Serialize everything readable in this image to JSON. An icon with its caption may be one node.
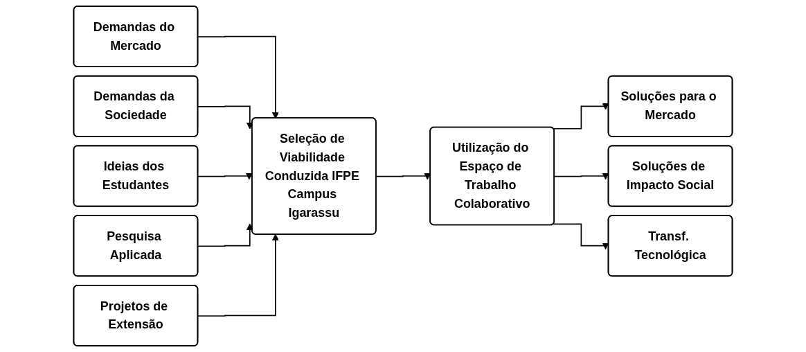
{
  "diagram": {
    "nodes": [
      {
        "text": [
          "Demandas do Mercado"
        ]
      },
      {
        "text": [
          "Demandas da Sociedade"
        ]
      },
      {
        "text": [
          "Ideias dos Estudantes"
        ]
      },
      {
        "text": [
          "Pesquisa Aplicada"
        ]
      },
      {
        "text": [
          "Projetos de Extensão"
        ]
      },
      {
        "text": [
          "Seleção de Viabilidade Conduzida IFPE Campus Igarassu"
        ]
      },
      {
        "text": [
          "Utilização do Espaço de Trabalho Colaborativo"
        ]
      },
      {
        "text": [
          "Soluções para o Mercado"
        ]
      },
      {
        "text": [
          "Soluções de Impacto Social"
        ]
      },
      {
        "text": [
          "Transf. Tecnológica"
        ]
      }
    ],
    "edges": [
      {
        "from": 0,
        "to": 5,
        "arrow": "to"
      },
      {
        "from": 1,
        "to": 5,
        "arrow": "to"
      },
      {
        "from": 2,
        "to": 5,
        "arrow": "to"
      },
      {
        "from": 3,
        "to": 5,
        "arrow": "to"
      },
      {
        "from": 4,
        "to": 5,
        "arrow": "to"
      },
      {
        "from": 5,
        "to": 6,
        "arrow": "to"
      },
      {
        "from": 6,
        "to": 7,
        "arrow": "to"
      },
      {
        "from": 6,
        "to": 8,
        "arrow": "to"
      },
      {
        "from": 6,
        "to": 9,
        "arrow": "to"
      }
    ]
  }
}
